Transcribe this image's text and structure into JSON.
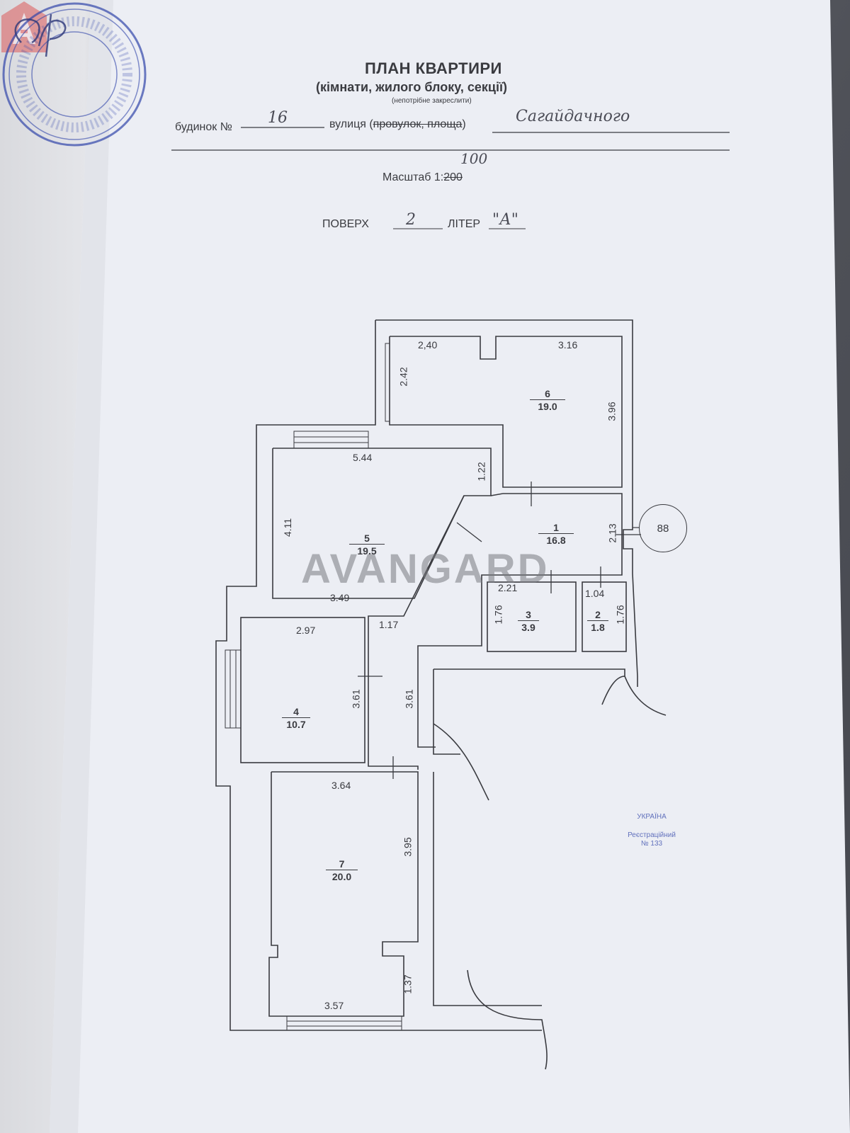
{
  "header": {
    "title": "ПЛАН КВАРТИРИ",
    "subtitle": "(кімнати, жилого блоку, секції)",
    "note": "(непотрібне закреслити)"
  },
  "address": {
    "house_label": "будинок №",
    "house_value": "16",
    "street_label_prefix": "вулиця (",
    "street_struck": "провулок, площа",
    "street_label_suffix": ")",
    "street_value": "Сагайдачного"
  },
  "scale": {
    "label": "Масштаб 1:",
    "struck_value": "200",
    "handwritten_value": "100"
  },
  "floor": {
    "floor_label": "ПОВЕРХ",
    "floor_value": "2",
    "liter_label": "ЛІТЕР",
    "liter_value": "\"А\""
  },
  "rooms": [
    {
      "number": "1",
      "area": "16.8"
    },
    {
      "number": "2",
      "area": "1.8"
    },
    {
      "number": "3",
      "area": "3.9"
    },
    {
      "number": "4",
      "area": "10.7"
    },
    {
      "number": "5",
      "area": "19.5"
    },
    {
      "number": "6",
      "area": "19.0"
    },
    {
      "number": "7",
      "area": "20.0"
    }
  ],
  "dimensions": {
    "d_240": "2,40",
    "d_316": "3.16",
    "d_242": "2.42",
    "d_396": "3.96",
    "d_544": "5.44",
    "d_122": "1.22",
    "d_411": "4.11",
    "d_213": "2.13",
    "d_349": "3.49",
    "d_221": "2.21",
    "d_104": "1.04",
    "d_176a": "1.76",
    "d_176b": "1.76",
    "d_297": "2.97",
    "d_117": "1.17",
    "d_361a": "3.61",
    "d_361b": "3.61",
    "d_364": "3.64",
    "d_395": "3.95",
    "d_137": "1.37",
    "d_357": "3.57"
  },
  "marker": {
    "value": "88"
  },
  "watermark": {
    "text": "AVANGARD"
  },
  "stamp": {
    "center_lines": [
      "УКРАЇНА",
      "Реєстраційний",
      "№ 133"
    ]
  },
  "colors": {
    "paper": "#eceef4",
    "ink": "#3a3b40",
    "stamp_blue": "#3a50b0"
  }
}
